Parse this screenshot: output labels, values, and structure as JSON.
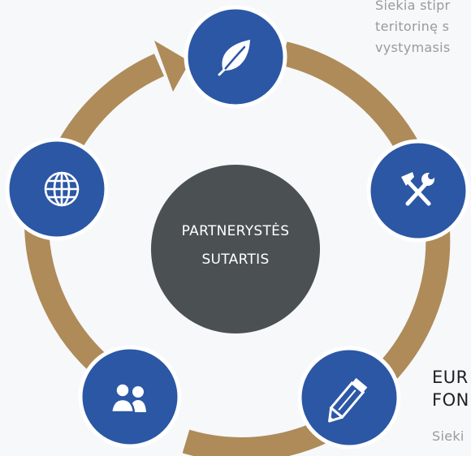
{
  "center": {
    "line1": "PARTNERYSTĖS",
    "line2": "SUTARTIS"
  },
  "nodes": [
    {
      "icon": "leaf-icon"
    },
    {
      "icon": "tools-icon"
    },
    {
      "icon": "pencil-icon"
    },
    {
      "icon": "users-icon"
    },
    {
      "icon": "globe-icon"
    }
  ],
  "top_text": {
    "line1": "Siekia stipr",
    "line2": "teritorinę s",
    "line3": "vystymasis"
  },
  "eu_block": {
    "title_line1": "EUR",
    "title_line2": "FON",
    "desc": "Sieki"
  },
  "colors": {
    "background": "#f7f8fa",
    "ring": "#ae8b59",
    "node": "#2b57a5",
    "node_border": "#ffffff",
    "center": "#4b5052",
    "text_gray": "#9a9a9a",
    "text_dark": "#1f2023"
  }
}
